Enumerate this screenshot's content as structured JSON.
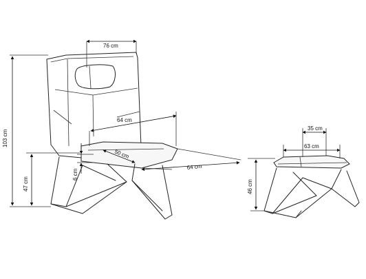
{
  "dimensions": {
    "chair_width": "76 cm",
    "chair_height": "103 cm",
    "seat_width": "64 cm",
    "seat_depth": "64 cm",
    "seat_inner_depth": "50 cm",
    "seat_thickness": "6 cm",
    "seat_height": "47 cm",
    "ottoman_top_width": "35 cm",
    "ottoman_width": "63 cm",
    "ottoman_height": "46 cm"
  }
}
